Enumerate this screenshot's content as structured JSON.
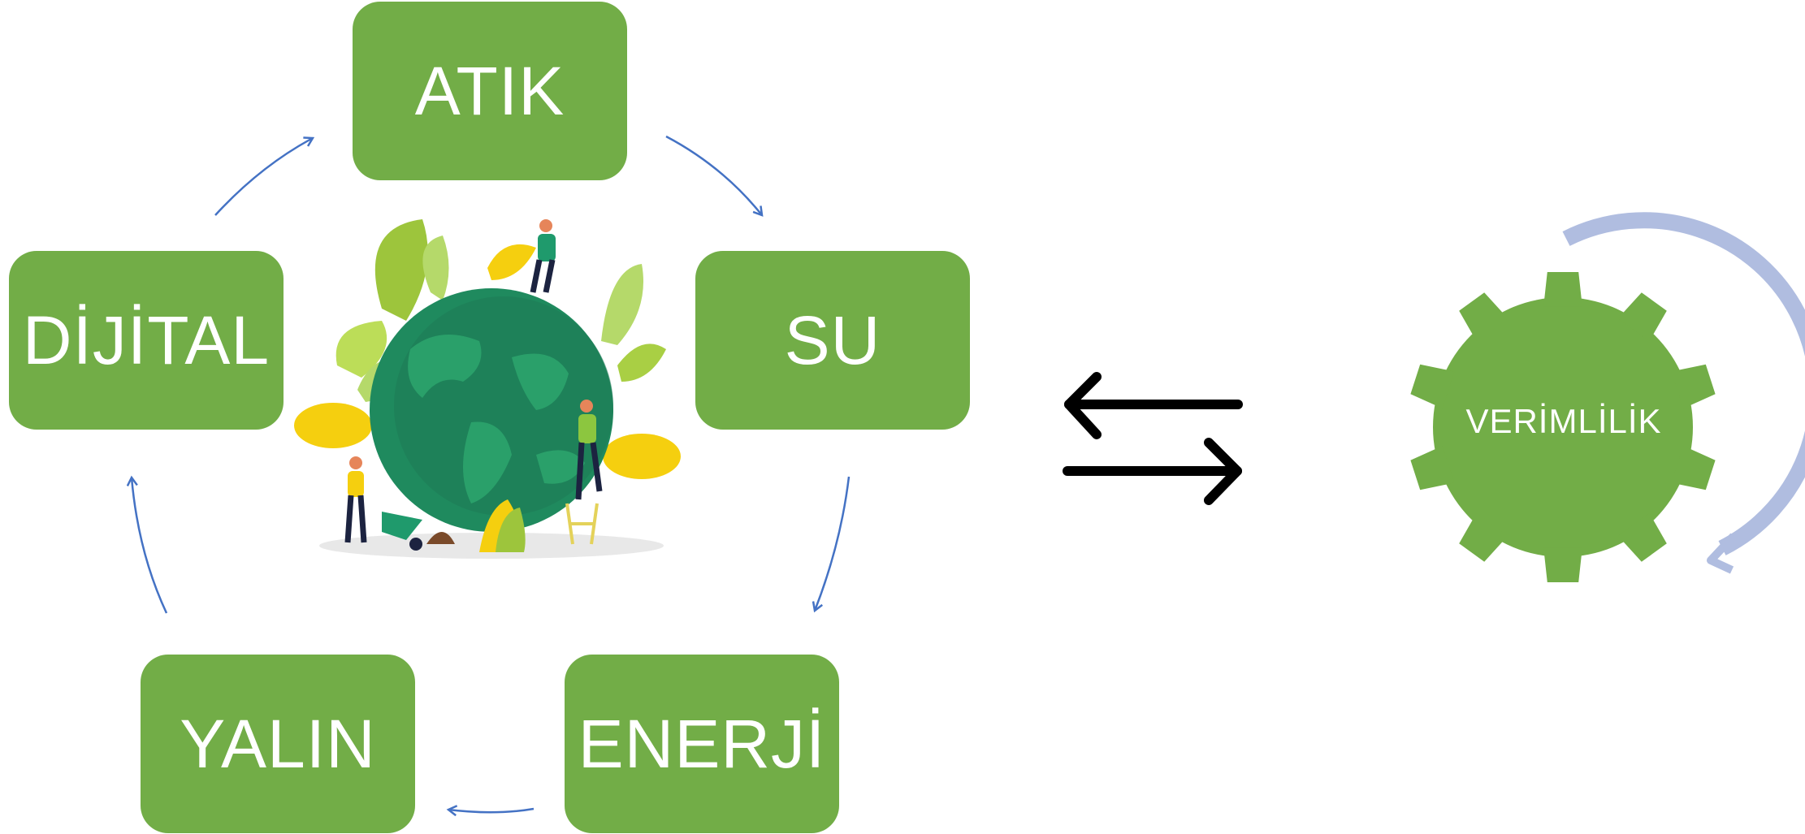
{
  "cycle": {
    "steps": [
      {
        "label": "ATIK"
      },
      {
        "label": "SU"
      },
      {
        "label": "ENERJİ"
      },
      {
        "label": "YALIN"
      },
      {
        "label": "DİJİTAL"
      }
    ]
  },
  "gear": {
    "label": "VERİMLİLİK"
  },
  "colors": {
    "box_fill": "#72ad47",
    "box_text": "#ffffff",
    "cycle_arrow": "#4472c4",
    "exchange_arrow": "#000000",
    "gear_arrow": "#b0bde0"
  },
  "icons": [
    "globe-illustration",
    "exchange-arrows-icon",
    "gear-icon"
  ]
}
